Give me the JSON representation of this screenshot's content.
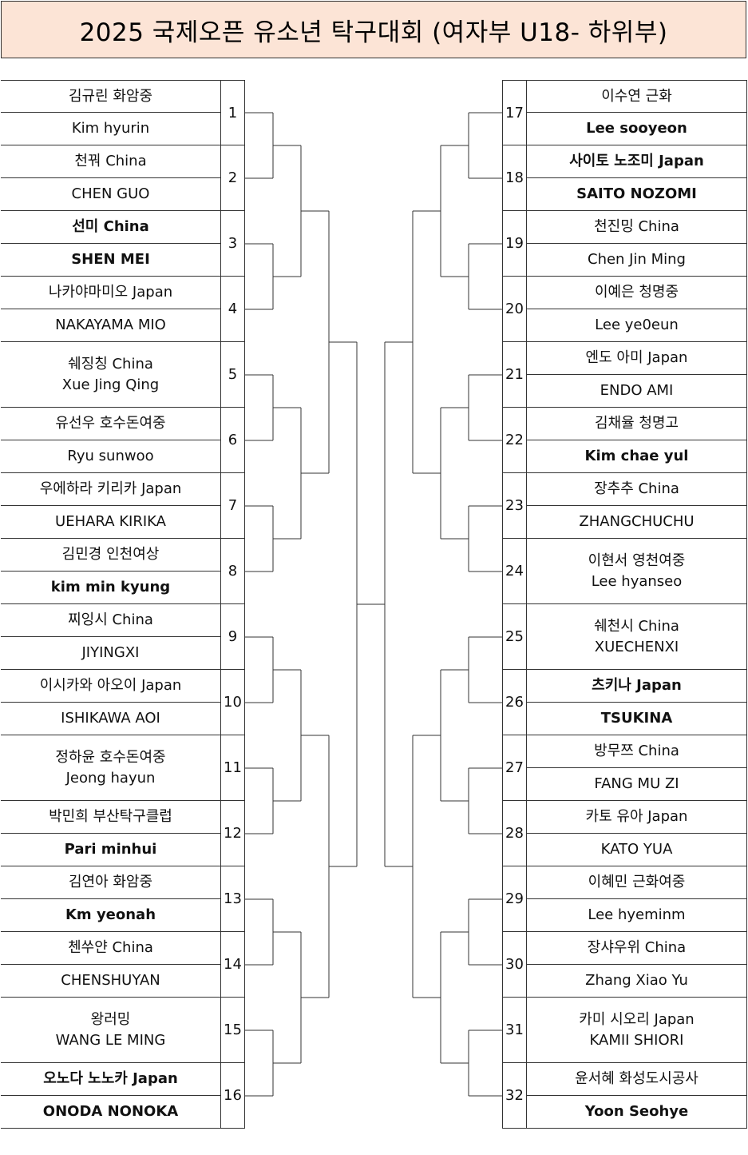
{
  "title": "2025 국제오픈 유소년 탁구대회 (여자부 U18-  하위부)",
  "left": [
    {
      "seed": "1",
      "names": [
        {
          "text": "김규린  화암중",
          "bold": false
        },
        {
          "text": "Kim hyurin",
          "bold": false
        }
      ]
    },
    {
      "seed": "2",
      "names": [
        {
          "text": "천꿔 China",
          "bold": false
        },
        {
          "text": "CHEN GUO",
          "bold": false
        }
      ]
    },
    {
      "seed": "3",
      "names": [
        {
          "text": "선미   China",
          "bold": true
        },
        {
          "text": "SHEN MEI",
          "bold": true
        }
      ]
    },
    {
      "seed": "4",
      "names": [
        {
          "text": "나카야마미오  Japan",
          "bold": false
        },
        {
          "text": "NAKAYAMA MIO",
          "bold": false
        }
      ]
    },
    {
      "seed": "5",
      "names": [
        {
          "text": "쉐징칭 China\nXue Jing Qing",
          "bold": false
        }
      ]
    },
    {
      "seed": "6",
      "names": [
        {
          "text": "유선우 호수돈여중",
          "bold": false
        },
        {
          "text": "Ryu sunwoo",
          "bold": false
        }
      ]
    },
    {
      "seed": "7",
      "names": [
        {
          "text": "우에하라 키리카 Japan",
          "bold": false
        },
        {
          "text": "UEHARA KIRIKA",
          "bold": false
        }
      ]
    },
    {
      "seed": "8",
      "names": [
        {
          "text": "김민경 인천여상",
          "bold": false
        },
        {
          "text": "kim min kyung",
          "bold": true
        }
      ]
    },
    {
      "seed": "9",
      "names": [
        {
          "text": "찌잉시 China",
          "bold": false
        },
        {
          "text": "JIYINGXI",
          "bold": false
        }
      ]
    },
    {
      "seed": "10",
      "names": [
        {
          "text": "이시카와 아오이  Japan",
          "bold": false
        },
        {
          "text": "ISHIKAWA AOI",
          "bold": false
        }
      ]
    },
    {
      "seed": "11",
      "names": [
        {
          "text": "정하윤 호수돈여중\nJeong hayun",
          "bold": false
        }
      ]
    },
    {
      "seed": "12",
      "names": [
        {
          "text": "박민희 부산탁구클럽",
          "bold": false
        },
        {
          "text": "Pari minhui",
          "bold": true
        }
      ]
    },
    {
      "seed": "13",
      "names": [
        {
          "text": "김연아 화암중",
          "bold": false
        },
        {
          "text": "Km yeonah",
          "bold": true
        }
      ]
    },
    {
      "seed": "14",
      "names": [
        {
          "text": "첸쑤얀 China",
          "bold": false
        },
        {
          "text": "CHENSHUYAN",
          "bold": false
        }
      ]
    },
    {
      "seed": "15",
      "names": [
        {
          "text": "왕러밍\nWANG LE MING",
          "bold": false
        }
      ]
    },
    {
      "seed": "16",
      "names": [
        {
          "text": "오노다 노노카    Japan",
          "bold": true
        },
        {
          "text": "ONODA NONOKA",
          "bold": true
        }
      ]
    }
  ],
  "right": [
    {
      "seed": "17",
      "names": [
        {
          "text": "이수연  근화",
          "bold": false
        },
        {
          "text": "Lee sooyeon",
          "bold": true
        }
      ]
    },
    {
      "seed": "18",
      "names": [
        {
          "text": "사이토 노조미  Japan",
          "bold": true
        },
        {
          "text": "SAITO NOZOMI",
          "bold": true
        }
      ]
    },
    {
      "seed": "19",
      "names": [
        {
          "text": "천진밍   China",
          "bold": false
        },
        {
          "text": "Chen Jin Ming",
          "bold": false
        }
      ]
    },
    {
      "seed": "20",
      "names": [
        {
          "text": "이예은 청명중",
          "bold": false
        },
        {
          "text": "Lee ye0eun",
          "bold": false
        }
      ]
    },
    {
      "seed": "21",
      "names": [
        {
          "text": "엔도 아미   Japan",
          "bold": false
        },
        {
          "text": "ENDO AMI",
          "bold": false
        }
      ]
    },
    {
      "seed": "22",
      "names": [
        {
          "text": "김채율  청명고",
          "bold": false
        },
        {
          "text": "Kim chae yul",
          "bold": true
        }
      ]
    },
    {
      "seed": "23",
      "names": [
        {
          "text": "장추추  China",
          "bold": false
        },
        {
          "text": "ZHANGCHUCHU",
          "bold": false
        }
      ]
    },
    {
      "seed": "24",
      "names": [
        {
          "text": "이현서 영천여중\nLee hyanseo",
          "bold": false
        }
      ]
    },
    {
      "seed": "25",
      "names": [
        {
          "text": "쉐천시 China\nXUECHENXI",
          "bold": false
        }
      ]
    },
    {
      "seed": "26",
      "names": [
        {
          "text": "츠키나    Japan",
          "bold": true
        },
        {
          "text": "TSUKINA",
          "bold": true
        }
      ]
    },
    {
      "seed": "27",
      "names": [
        {
          "text": "방무쯔 China",
          "bold": false
        },
        {
          "text": "FANG MU ZI",
          "bold": false
        }
      ]
    },
    {
      "seed": "28",
      "names": [
        {
          "text": "카토 유아 Japan",
          "bold": false
        },
        {
          "text": "KATO YUA",
          "bold": false
        }
      ]
    },
    {
      "seed": "29",
      "names": [
        {
          "text": "이혜민 근화여중",
          "bold": false
        },
        {
          "text": "Lee hyeminm",
          "bold": false
        }
      ]
    },
    {
      "seed": "30",
      "names": [
        {
          "text": "장샤우위  China",
          "bold": false
        },
        {
          "text": "Zhang Xiao Yu",
          "bold": false
        }
      ]
    },
    {
      "seed": "31",
      "names": [
        {
          "text": "카미 시오리   Japan\nKAMII SHIORI",
          "bold": false
        }
      ]
    },
    {
      "seed": "32",
      "names": [
        {
          "text": "윤서혜  화성도시공사",
          "bold": false
        },
        {
          "text": "Yoon Seohye",
          "bold": true
        }
      ]
    }
  ],
  "colors": {
    "title_bg": "#fce4d6",
    "line": "#333333"
  }
}
